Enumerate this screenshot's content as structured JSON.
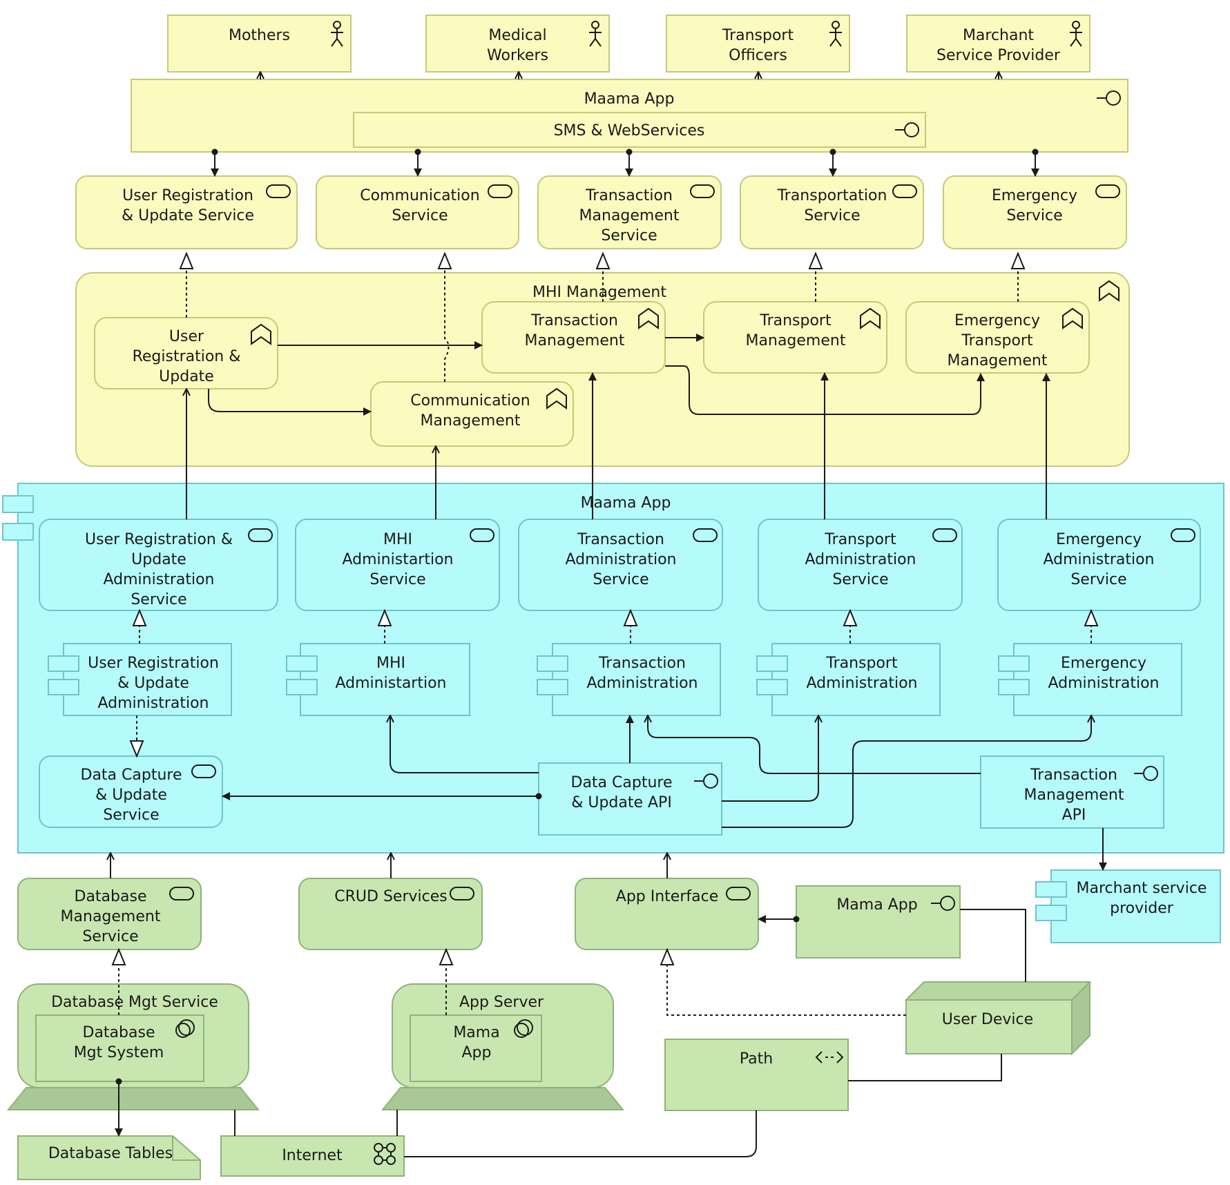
{
  "actors": {
    "mothers": [
      "Mothers"
    ],
    "medical_workers": [
      "Medical",
      "Workers"
    ],
    "transport_officers": [
      "Transport",
      "Officers"
    ],
    "merchant_provider": [
      "Marchant",
      "Service Provider"
    ]
  },
  "business_interface": {
    "maama_app": "Maama App",
    "sms_web": "SMS & WebServices"
  },
  "business_services": {
    "user_registration": [
      "User Registration",
      "& Update Service"
    ],
    "communication": [
      "Communication",
      "Service"
    ],
    "transaction_mgmt": [
      "Transaction",
      "Management",
      "Service"
    ],
    "transportation": [
      "Transportation",
      "Service"
    ],
    "emergency": [
      "Emergency",
      "Service"
    ]
  },
  "business_functions": {
    "group_label": "MHI Management",
    "user_registration": [
      "User",
      "Registration &",
      "Update"
    ],
    "communication_mgmt": [
      "Communication",
      "Management"
    ],
    "transaction_mgmt": [
      "Transaction",
      "Management"
    ],
    "transport_mgmt": [
      "Transport",
      "Management"
    ],
    "emergency_transport": [
      "Emergency",
      "Transport",
      "Management"
    ]
  },
  "application_layer": {
    "label": "Maama App",
    "services": {
      "user_reg_admin": [
        "User Registration &",
        "Update",
        "Administration",
        "Service"
      ],
      "mhi_admin": [
        "MHI",
        "Administartion",
        "Service"
      ],
      "transaction_admin": [
        "Transaction",
        "Administration",
        "Service"
      ],
      "transport_admin": [
        "Transport",
        "Administration",
        "Service"
      ],
      "emergency_admin": [
        "Emergency",
        "Administration",
        "Service"
      ],
      "data_capture": [
        "Data Capture",
        "& Update",
        "Service"
      ]
    },
    "components": {
      "user_reg_admin": [
        "User Registration",
        "& Update",
        "Administration"
      ],
      "mhi_admin": [
        "MHI",
        "Administartion"
      ],
      "transaction_admin": [
        "Transaction",
        "Administration"
      ],
      "transport_admin": [
        "Transport",
        "Administration"
      ],
      "emergency_admin": [
        "Emergency",
        "Administration"
      ]
    },
    "interfaces": {
      "data_capture_api": [
        "Data Capture",
        "& Update API"
      ],
      "transaction_api": [
        "Transaction",
        "Management",
        "API"
      ]
    }
  },
  "merchant_component": [
    "Marchant service",
    "provider"
  ],
  "technology_layer": {
    "db_mgmt_service": [
      "Database",
      "Management",
      "Service"
    ],
    "crud_services": [
      "CRUD Services"
    ],
    "app_interface": [
      "App Interface"
    ],
    "mama_app_interface": [
      "Mama App"
    ],
    "db_mgt_node": "Database Mgt Service",
    "db_mgt_system": [
      "Database",
      "Mgt System"
    ],
    "app_server_node": "App Server",
    "mama_app_sys": [
      "Mama",
      "App"
    ],
    "user_device": "User Device",
    "path": "Path",
    "database_tables": "Database Tables",
    "internet": "Internet"
  },
  "colors": {
    "business_fill": "#fbfbbf",
    "business_stroke": "#c8c87a",
    "application_fill": "#b5fbfc",
    "application_stroke": "#6fc4c8",
    "technology_fill": "#c8e6b0",
    "technology_stroke": "#8fb27a",
    "line": "#1a1a1a"
  }
}
